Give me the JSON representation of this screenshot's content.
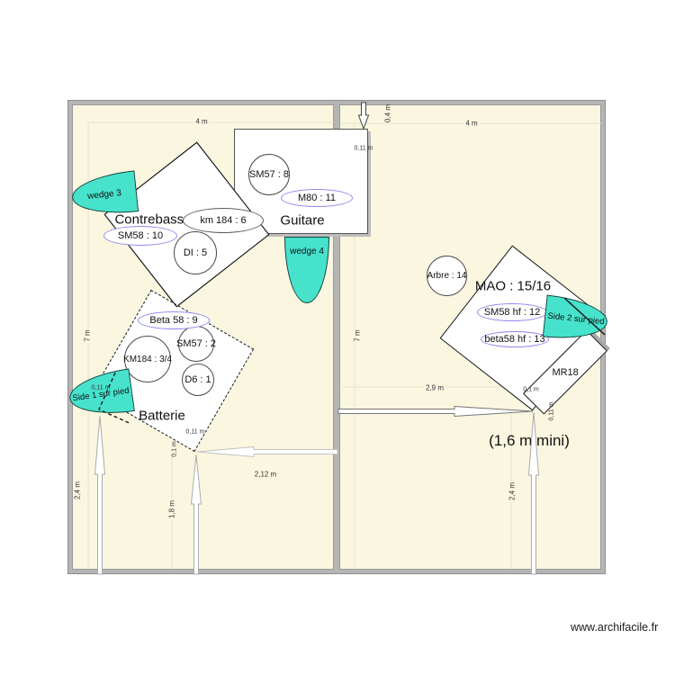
{
  "watermark": "www.archifacile.fr",
  "zones": {
    "contrebasse": {
      "label": "Contrebasse"
    },
    "guitare": {
      "label": "Guitare"
    },
    "batterie": {
      "label": "Batterie"
    },
    "mao": {
      "label": "MAO : 15/16"
    },
    "monitor_rack": {
      "label": "MR18"
    }
  },
  "mics": {
    "sm57_guitare": {
      "label": "SM57 : 8"
    },
    "m80": {
      "label": "M80 : 11"
    },
    "km184_contrebasse": {
      "label": "km 184 : 6"
    },
    "sm58_contrebasse": {
      "label": "SM58 : 10"
    },
    "di": {
      "label": "DI : 5"
    },
    "beta58_batterie": {
      "label": "Beta 58 : 9"
    },
    "sm57_batterie": {
      "label": "SM57 : 2"
    },
    "km184_overheads": {
      "label": "KM184 : 3/4"
    },
    "d6_kick": {
      "label": "D6 : 1"
    },
    "arbre": {
      "label": "Arbre : 14"
    },
    "sm58_hf": {
      "label": "SM58 hf : 12"
    },
    "beta58_hf": {
      "label": "beta58 hf : 13"
    }
  },
  "wedges": {
    "wedge3": {
      "label": "wedge 3"
    },
    "wedge4": {
      "label": "wedge 4"
    },
    "side1": {
      "label": "Side 1 sur pied"
    },
    "side2": {
      "label": "Side 2 sur pied"
    }
  },
  "dimensions": {
    "room_left_width": "4 m",
    "room_right_width": "4 m",
    "top_gap": "0,4 m",
    "guitare_offset": "0,11 m",
    "room_left_height": "7 m",
    "room_right_height": "7 m",
    "mao_wall_distance": "2,9 m",
    "mao_corner": "0,1 m",
    "mao_offset": "0,11 m",
    "side1_floor_distance": "2,4 m",
    "mao_floor_distance": "2,4 m",
    "batterie_wall_distance": "2,12 m",
    "batterie_floor_distance": "1,8 m",
    "batterie_corner": "0,1 m",
    "batterie_offset": "0,11 m",
    "side1_offset": "0,11 m"
  },
  "annotation": {
    "min_clearance": "(1,6 m mini)"
  },
  "colors": {
    "room_fill": "#faf6e0",
    "wall": "#b5b5b5",
    "wedge_teal": "#46e2cc",
    "mic_purple": "#8f86ee",
    "outline_dark": "#1a1a1a"
  }
}
